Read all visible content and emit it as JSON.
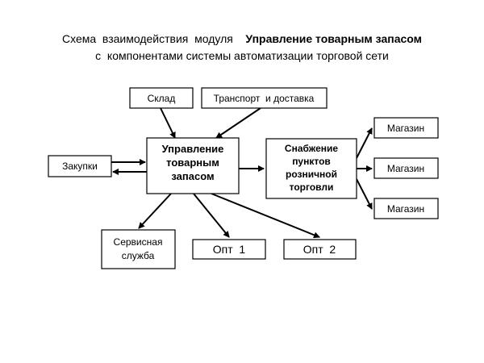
{
  "title": {
    "line1_prefix": "Схема  взаимодействия  модуля    ",
    "line1_module": "Управление товарным запасом",
    "line2": "с  компонентами системы автоматизации торговой сети"
  },
  "nodes": {
    "sklad": "Склад",
    "transport": "Транспорт  и доставка",
    "zakupki": "Закупки",
    "center": [
      "Управление",
      "товарным",
      "запасом"
    ],
    "snab": [
      "Снабжение",
      "пунктов",
      "розничной",
      "торговли"
    ],
    "magazin1": "Магазин",
    "magazin2": "Магазин",
    "magazin3": "Магазин",
    "service": [
      "Сервисная",
      "служба"
    ],
    "opt1": "Опт  1",
    "opt2": "Опт  2"
  },
  "colors": {
    "line": "#000000",
    "background": "#ffffff"
  }
}
